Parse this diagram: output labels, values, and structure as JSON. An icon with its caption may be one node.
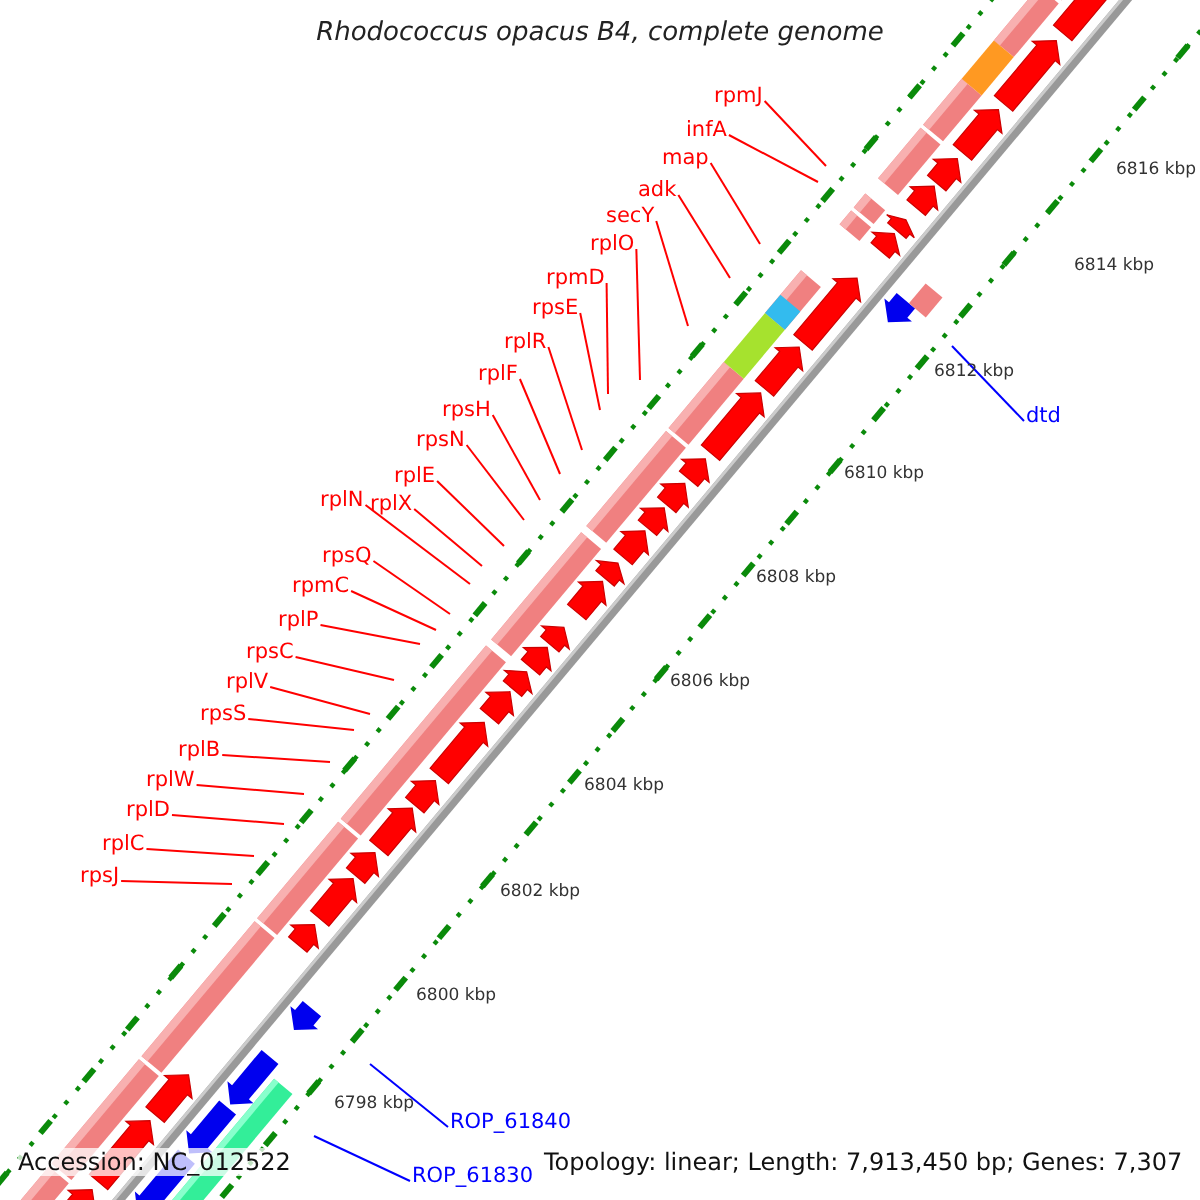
{
  "diagram": {
    "title": "Rhodococcus opacus B4, complete genome",
    "nodes": [
      {
        "text": [
          "rpmJ"
        ]
      },
      {
        "text": [
          "infA"
        ]
      },
      {
        "text": [
          "map"
        ]
      },
      {
        "text": [
          "adk"
        ]
      },
      {
        "text": [
          "secY"
        ]
      },
      {
        "text": [
          "rplO"
        ]
      },
      {
        "text": [
          "rpmD"
        ]
      },
      {
        "text": [
          "rpsE"
        ]
      },
      {
        "text": [
          "rplR"
        ]
      },
      {
        "text": [
          "rplF"
        ]
      },
      {
        "text": [
          "rpsH"
        ]
      },
      {
        "text": [
          "rpsN"
        ]
      },
      {
        "text": [
          "rplE"
        ]
      },
      {
        "text": [
          "rplN"
        ]
      },
      {
        "text": [
          "rplX"
        ]
      },
      {
        "text": [
          "rpsQ"
        ]
      },
      {
        "text": [
          "rpmC"
        ]
      },
      {
        "text": [
          "rplP"
        ]
      },
      {
        "text": [
          "rpsC"
        ]
      },
      {
        "text": [
          "rplV"
        ]
      },
      {
        "text": [
          "rpsS"
        ]
      },
      {
        "text": [
          "rplB"
        ]
      },
      {
        "text": [
          "rplW"
        ]
      },
      {
        "text": [
          "rplD"
        ]
      },
      {
        "text": [
          "rplC"
        ]
      },
      {
        "text": [
          "rpsJ"
        ]
      },
      {
        "text": [
          "dtd"
        ]
      },
      {
        "text": [
          "ROP_61840"
        ]
      },
      {
        "text": [
          "ROP_61830"
        ]
      }
    ],
    "edges": [
      {
        "from": 0,
        "to": null,
        "arrow": "none"
      },
      {
        "from": 1,
        "to": null,
        "arrow": "none"
      },
      {
        "from": 2,
        "to": null,
        "arrow": "none"
      },
      {
        "from": 3,
        "to": null,
        "arrow": "none"
      },
      {
        "from": 4,
        "to": null,
        "arrow": "none"
      },
      {
        "from": 5,
        "to": null,
        "arrow": "none"
      },
      {
        "from": 6,
        "to": null,
        "arrow": "none"
      },
      {
        "from": 7,
        "to": null,
        "arrow": "none"
      },
      {
        "from": 8,
        "to": null,
        "arrow": "none"
      },
      {
        "from": 9,
        "to": null,
        "arrow": "none"
      },
      {
        "from": 10,
        "to": null,
        "arrow": "none"
      },
      {
        "from": 11,
        "to": null,
        "arrow": "none"
      },
      {
        "from": 12,
        "to": null,
        "arrow": "none"
      },
      {
        "from": 13,
        "to": null,
        "arrow": "none"
      },
      {
        "from": 14,
        "to": null,
        "arrow": "none"
      },
      {
        "from": 15,
        "to": null,
        "arrow": "none"
      },
      {
        "from": 16,
        "to": null,
        "arrow": "none"
      },
      {
        "from": 17,
        "to": null,
        "arrow": "none"
      },
      {
        "from": 18,
        "to": null,
        "arrow": "none"
      },
      {
        "from": 19,
        "to": null,
        "arrow": "none"
      },
      {
        "from": 20,
        "to": null,
        "arrow": "none"
      },
      {
        "from": 21,
        "to": null,
        "arrow": "none"
      },
      {
        "from": 22,
        "to": null,
        "arrow": "none"
      },
      {
        "from": 23,
        "to": null,
        "arrow": "none"
      },
      {
        "from": 24,
        "to": null,
        "arrow": "none"
      },
      {
        "from": 25,
        "to": null,
        "arrow": "none"
      },
      {
        "from": 26,
        "to": null,
        "arrow": "none",
        "color": "#0000ff"
      },
      {
        "from": 27,
        "to": null,
        "arrow": "none",
        "color": "#0000ff"
      },
      {
        "from": 28,
        "to": null,
        "arrow": "none",
        "color": "#0000ff"
      }
    ],
    "labels": [
      "6816 kbp",
      "6814 kbp",
      "6812 kbp",
      "6810 kbp",
      "6808 kbp",
      "6806 kbp",
      "6804 kbp",
      "6802 kbp",
      "6800 kbp",
      "6798 kbp",
      "Accession: NC_012522",
      "Topology: linear; Length: 7,913,450 bp; Genes: 7,307"
    ]
  }
}
